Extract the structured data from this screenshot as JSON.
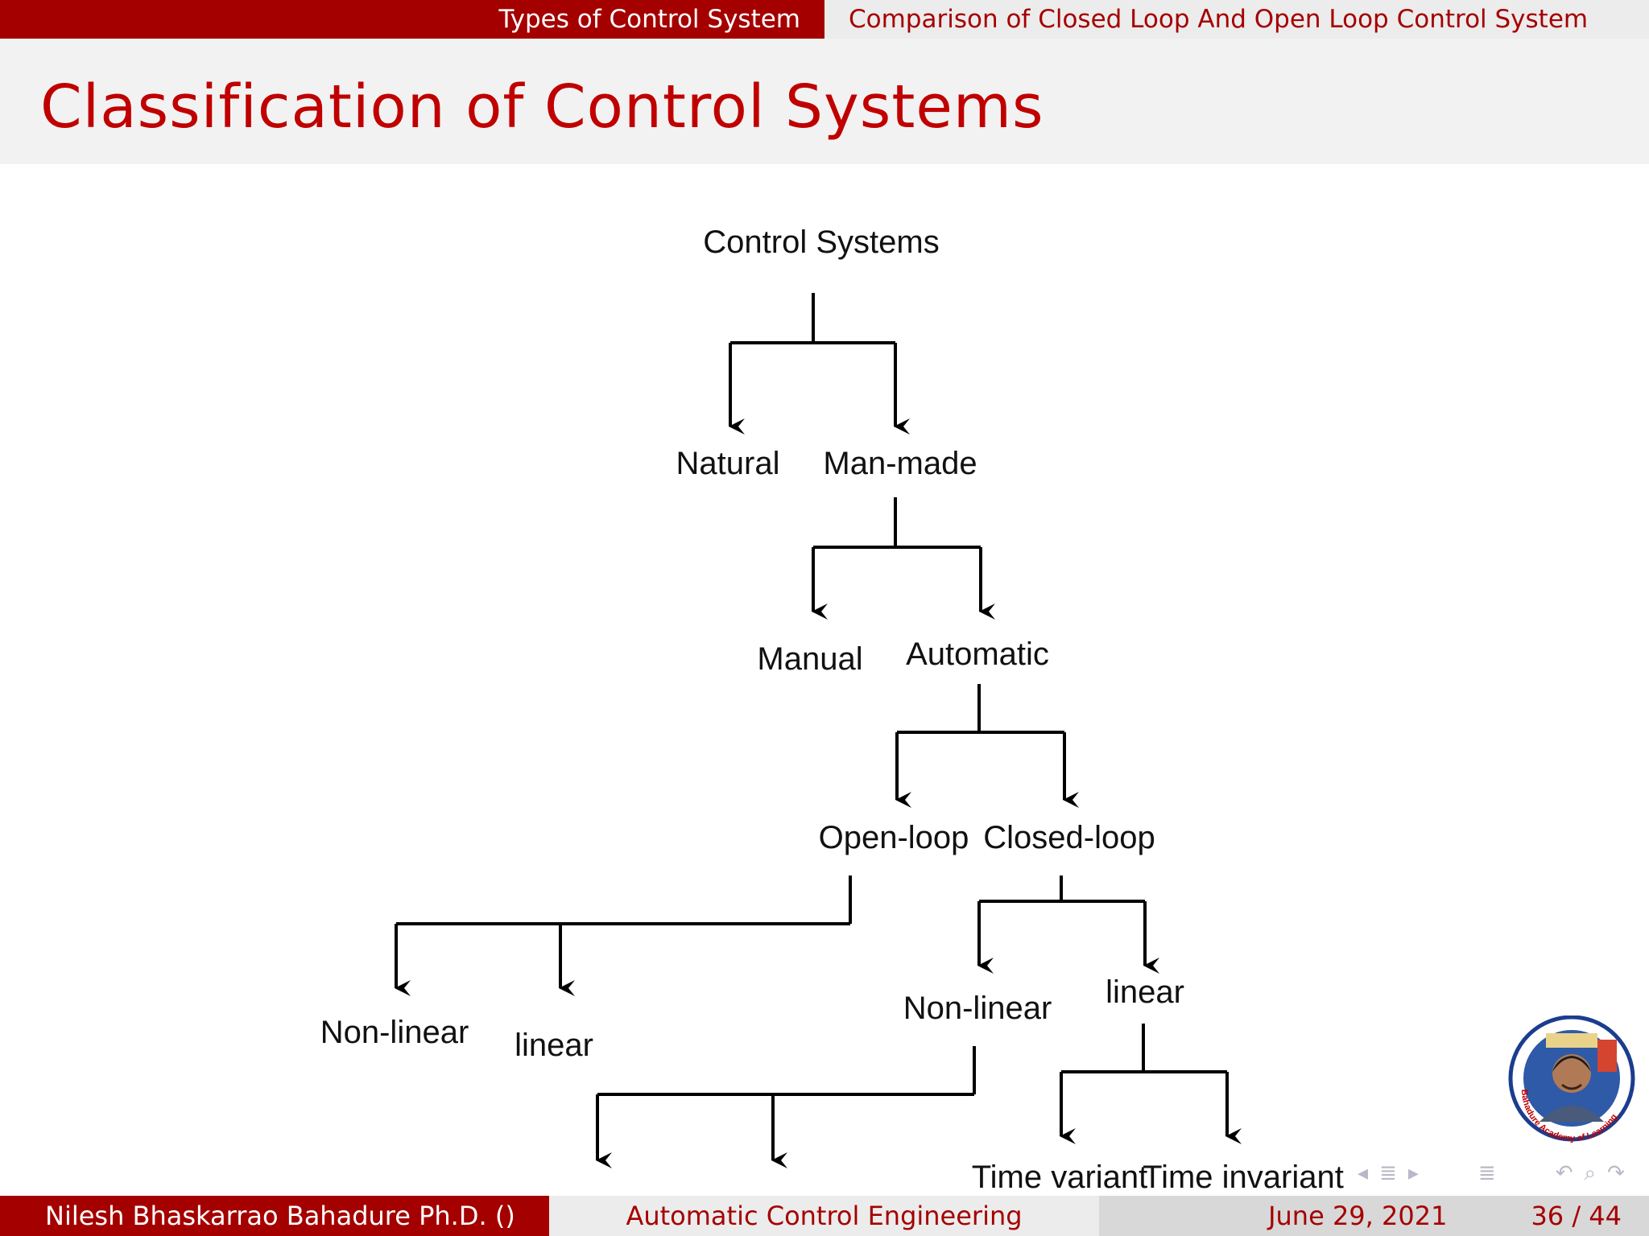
{
  "header": {
    "section_left": "Types of Control System",
    "section_right": "Comparison of Closed Loop And Open Loop Control System"
  },
  "slide": {
    "title": "Classification of Control Systems"
  },
  "diagram": {
    "root": "Control Systems",
    "natural": "Natural",
    "man_made": "Man-made",
    "manual": "Manual",
    "automatic": "Automatic",
    "open_loop": "Open-loop",
    "closed_loop": "Closed-loop",
    "open_nonlinear": "Non-linear",
    "open_linear": "linear",
    "closed_nonlinear": "Non-linear",
    "closed_linear": "linear",
    "time_variant": "Time variant",
    "time_invariant": "Time invariant"
  },
  "footer": {
    "author": "Nilesh Bhaskarrao Bahadure Ph.D.  ()",
    "course": "Automatic Control Engineering",
    "date": "June 29, 2021",
    "page": "36 / 44"
  },
  "logo": {
    "text": "Bahadure Academy of Learning"
  },
  "colors": {
    "accent": "#a50000",
    "title": "#c00000"
  }
}
